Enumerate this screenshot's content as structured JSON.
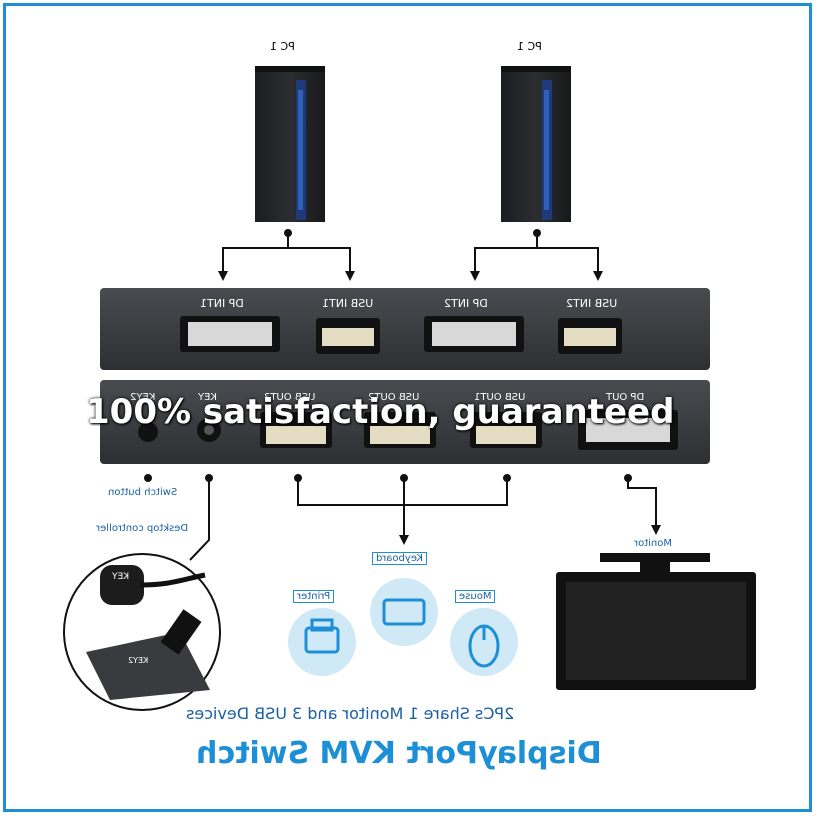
{
  "banner": "100% satisfaction, guaranteed",
  "pcs": [
    {
      "label": "PC 1"
    },
    {
      "label": "PC 1"
    }
  ],
  "input_ports": [
    "DP INT1",
    "USB INT1",
    "DP INT2",
    "USB INT2"
  ],
  "output_ports": [
    "KEY2",
    "KEY",
    "USB OUT3",
    "USB OUT2",
    "USB OUT1",
    "DP OUT"
  ],
  "labels": {
    "switch_button": "Switch button",
    "desktop_controller": "Desktop controller",
    "keyboard": "Keyboard",
    "printer": "Printer",
    "mouse": "Mouse",
    "monitor": "Monitor",
    "key_button": "KEY",
    "inset_key2": "KEY2"
  },
  "title": "DisplayPort KVM Switch",
  "subtitle": "2PCs Share 1 Monitor and 3 USB Devices",
  "colors": {
    "accent": "#1d8fd6",
    "device": "#3a3b3f",
    "port": "#111213",
    "icon_bg": "#cfe9f7"
  }
}
